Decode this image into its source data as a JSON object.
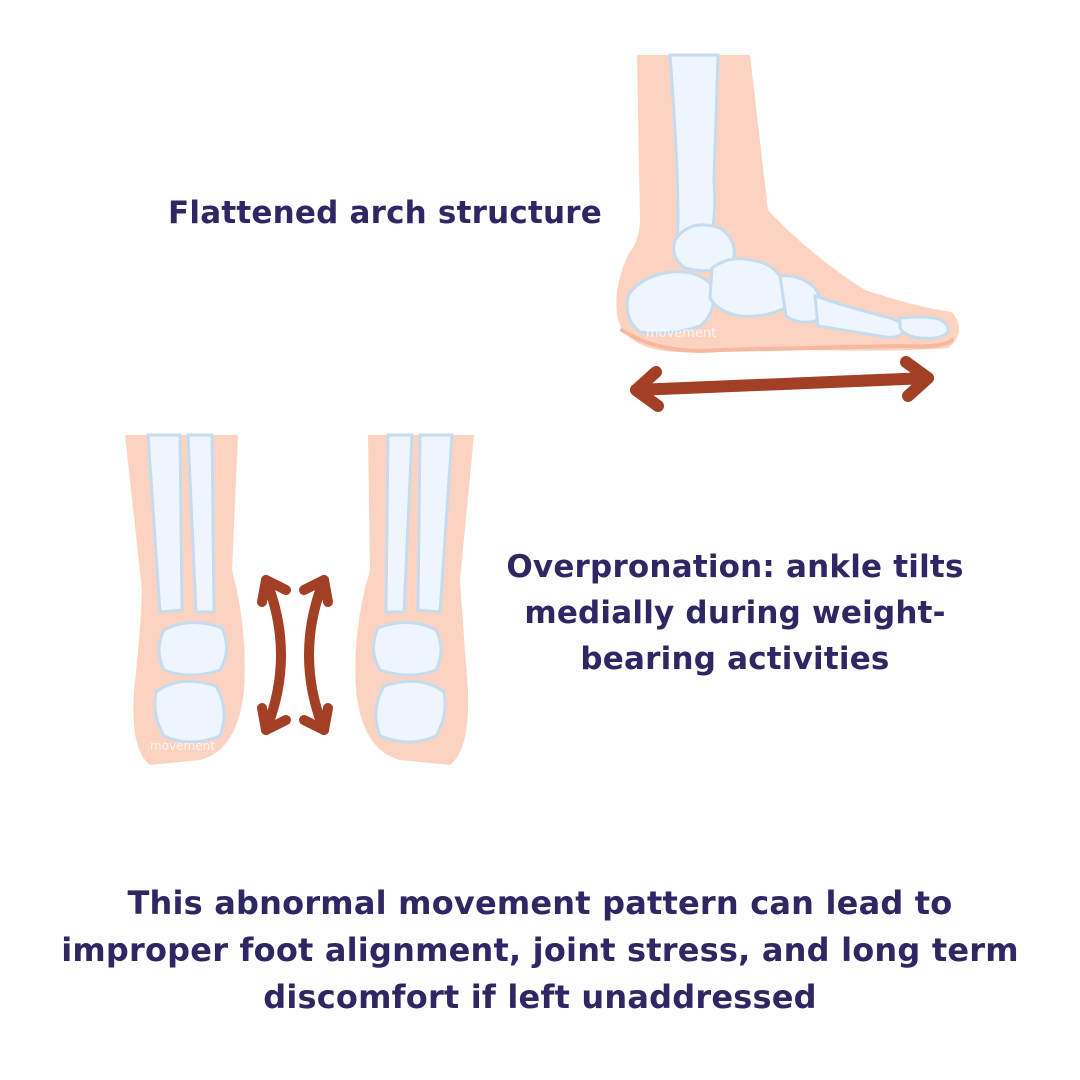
{
  "labels": {
    "flattened_arch": "Flattened arch structure",
    "overpronation": [
      "Overpronation: ankle tilts",
      "medially during weight-",
      "bearing activities"
    ]
  },
  "caption": [
    "This abnormal movement pattern can lead to",
    "improper foot alignment, joint stress, and long term",
    "discomfort if left unaddressed"
  ],
  "watermark": "movement",
  "colors": {
    "text": "#2e2763",
    "skin": "#fcd3c0",
    "bone": "#eef5fc",
    "bone_shadow": "#c5dcef",
    "arrow": "#a23f24"
  },
  "icons": {
    "side_foot": "flat-foot-side-illustration",
    "rear_feet": "overpronation-rear-illustration",
    "horizontal_arrow": "double-arrow-horizontal-icon",
    "curved_arrows": "curved-double-arrow-icon"
  }
}
